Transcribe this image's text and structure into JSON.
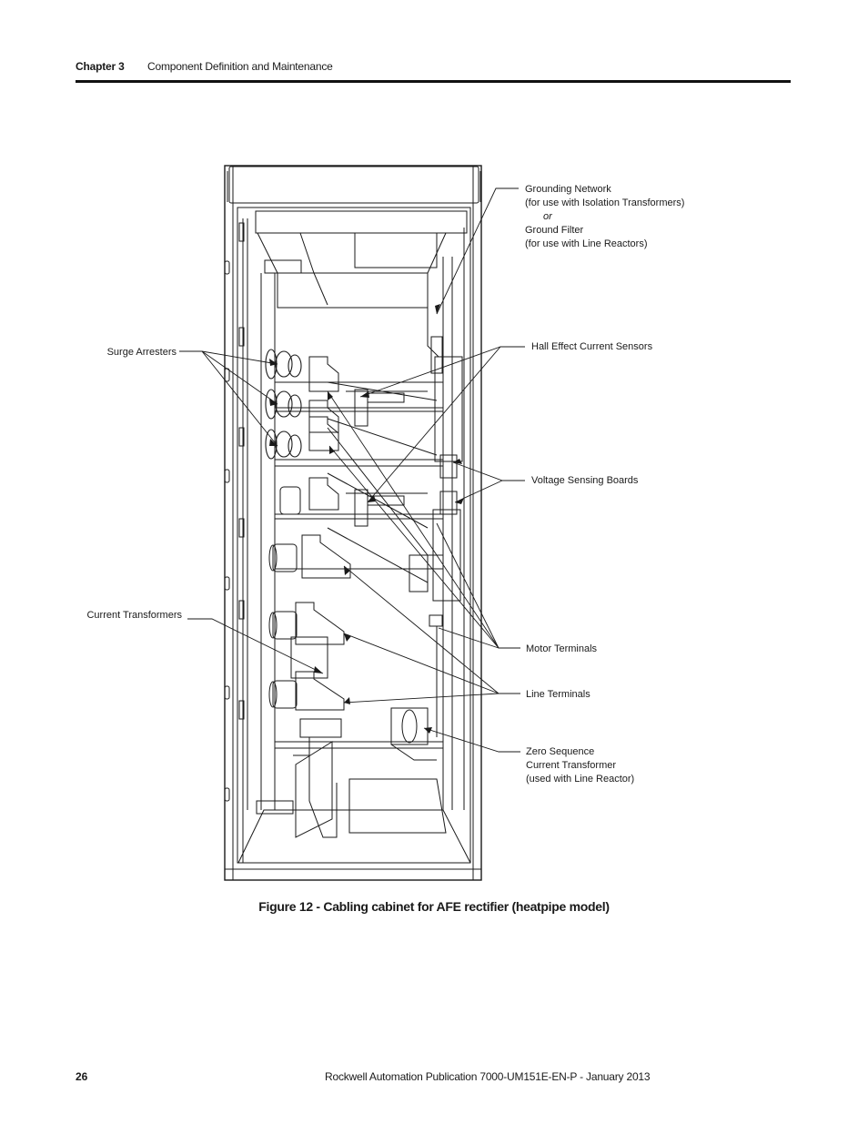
{
  "header": {
    "chapter": "Chapter 3",
    "title": "Component Definition and Maintenance"
  },
  "figure": {
    "labels": {
      "grounding_network": "Grounding Network",
      "grounding_network_note": "(for use with Isolation Transformers)",
      "or": "or",
      "ground_filter": "Ground Filter",
      "ground_filter_note": "(for use with Line Reactors)",
      "surge_arresters": "Surge Arresters",
      "hall_effect": "Hall Effect Current Sensors",
      "voltage_sensing": "Voltage Sensing Boards",
      "current_transformers": "Current Transformers",
      "motor_terminals": "Motor Terminals",
      "line_terminals": "Line Terminals",
      "zero_sequence_1": "Zero Sequence",
      "zero_sequence_2": "Current Transformer",
      "zero_sequence_3": "(used with Line Reactor)"
    },
    "caption": "Figure 12 - Cabling cabinet for AFE rectifier (heatpipe model)"
  },
  "footer": {
    "page_number": "26",
    "publication": "Rockwell Automation Publication 7000-UM151E-EN-P - January 2013"
  }
}
